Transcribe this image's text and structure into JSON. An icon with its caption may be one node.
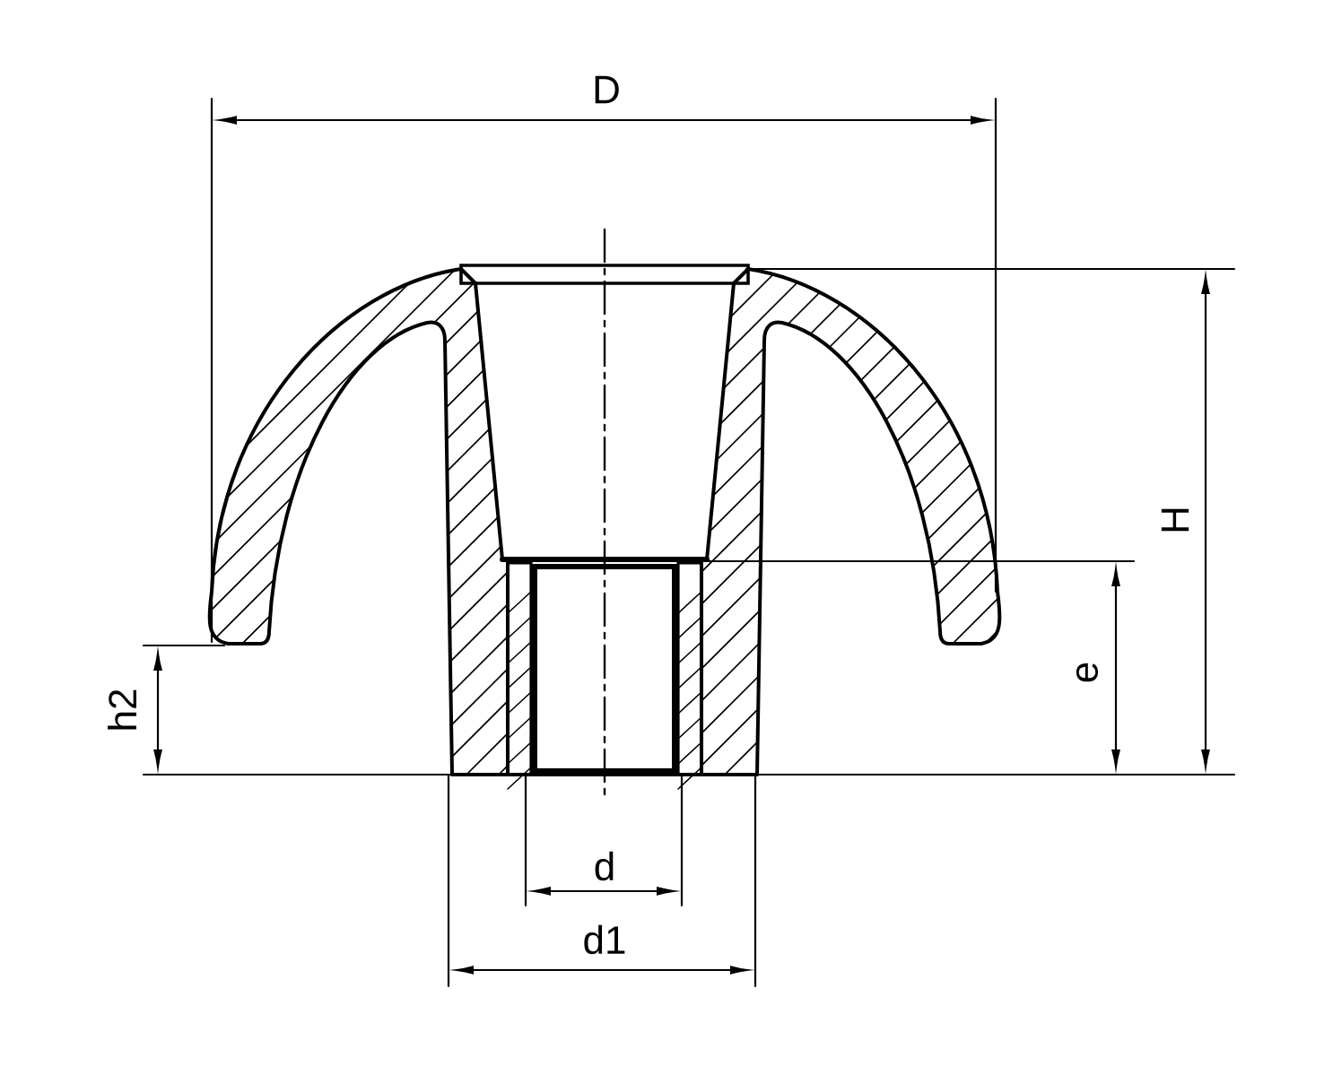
{
  "diagram": {
    "labels": [
      "D",
      "H",
      "e",
      "h2",
      "d",
      "d1"
    ]
  }
}
